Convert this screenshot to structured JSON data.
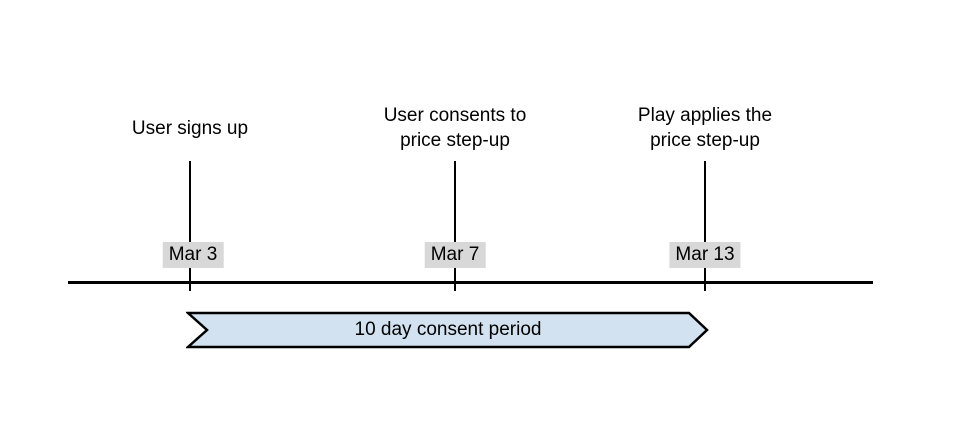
{
  "timeline": {
    "events": [
      {
        "title": "User signs up",
        "date": "Mar 3"
      },
      {
        "title": "User consents to\nprice step-up",
        "date": "Mar 7"
      },
      {
        "title": "Play applies the\nprice step-up",
        "date": "Mar 13"
      }
    ],
    "period": {
      "label": "10 day consent period"
    },
    "colors": {
      "line": "#000000",
      "text": "#000000",
      "date_label_bg": "#d8d8d8",
      "banner_fill": "#d2e2f0",
      "banner_stroke": "#000000"
    }
  }
}
